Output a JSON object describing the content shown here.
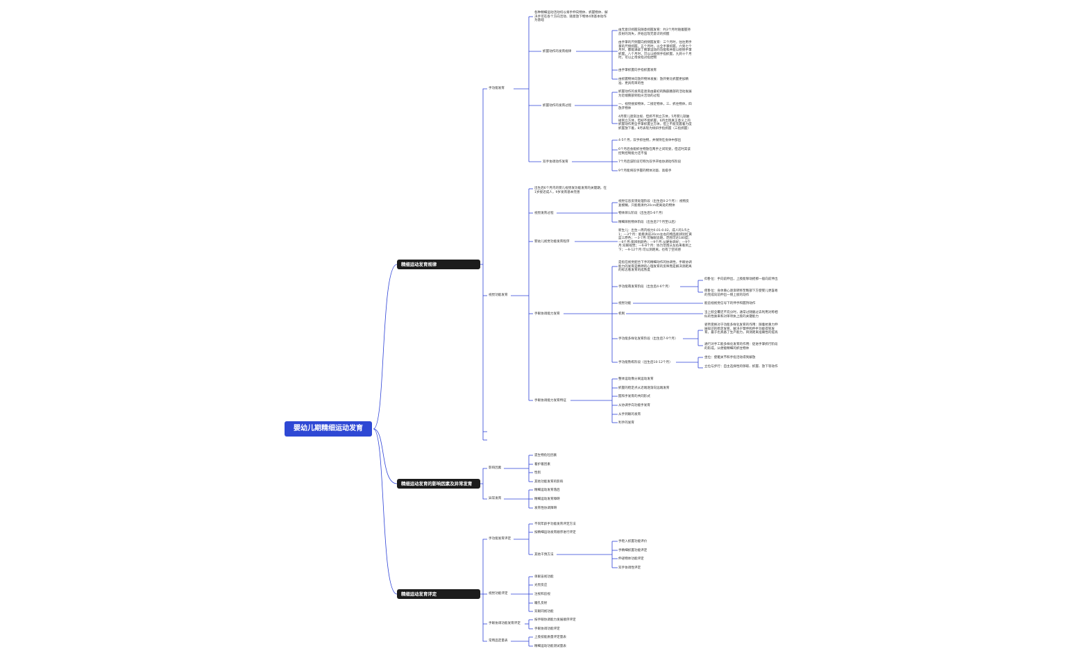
{
  "root": "婴幼儿期精细运动发育",
  "branches": {
    "b1": "精细运动发育规律",
    "b2": "精细运动发育的影响因素及异常发育",
    "b3": "精细运动发育评定"
  },
  "l2": {
    "shou": "手功能发育",
    "shijue": "视觉功能发育",
    "yingxiang": "影响因素",
    "yichang": "异常发育",
    "shoupd": "手功能发育评定",
    "shijuepd": "视觉功能评定",
    "xietiaopd": "手眼协调功能发育评定",
    "liangbiao": "常用品定量表"
  },
  "shou": {
    "intro": "各种精细运动活动均以将手伸向物体、抓握物体、解决手可在各个方向活动、随意放下物体4项基本动作为基础",
    "zhuawo": "抓握动作的发育规律",
    "zhuawo_items": [
      "由无意识抓握向随意抓握发育：约3个月时随着握持反射的消失，开始出现无意识的抓握",
      "由手掌的尺侧握向桡侧握发育：三个月时，往往用手掌的尺侧抓握。五个月时，以全手掌抓握。六到七个月时，都能满拿了腕掌运动的功能和并能以桡侧手掌抓握。八个月时，可以以桡侧手指抓握。九到十个月时，可以止母食指对指捏物",
      "由手掌抓握向手指抓握发育",
      "由抓握物体向放开物体发展：放开要比抓握更加精准、更具有目的性"
    ],
    "guocheng": "抓握动作的发育过程",
    "guocheng_items": [
      "抓握动作的发育是逐渐由最初的胸部腰部的活动发展为近端腕部到指尖活动的过程",
      "一、视觉搜索物体，二接近物体，三、抓住物体，四放开物体",
      "4月婴儿逐渐注视、但抓不到立方体，5月婴儿就触碰到立方体，但却不能抓握，6月出现真正意义上的抓握动作用全手掌抓握立方体，但上不能充握着力度抓握放下着，8月表现为倾斜手指抓握（三指抓握）"
    ],
    "shuangshou": "双手协调动作发育",
    "shuangshou_items": [
      "4-5个月，双手抓住物，并保持在身体中部出",
      "6个月后会能抓住物放在两手之间玩耍，但这时其该控制控制能力还不强",
      "7个月后该阶段可称为双手开始协调动作阶段",
      "9个月能将双手握的物体对敲、高级手"
    ]
  },
  "shijue": {
    "intro": "出生后6个月内的婴儿视觉发功能发育的关键期，在1岁接近成人，9岁发育基本完善",
    "guocheng": "视觉发育过程",
    "guocheng_items": [
      "视觉信息反馈处理阶段（出生后0-2个月）：视物反复模糊，只能看清约20cm距离处的物体",
      "物体辨认阶段（出生后5-6个月）",
      "精细辨别物体阶段（出生后7个月至以后）"
    ],
    "chengxu": "婴幼儿视觉功能发育程序",
    "chengxu_item": "新生儿：出生一周内视力0.01-0.02，成人的1/5之1；—3个月：能看清前20cm左右的物品能辨别红黄蓝三原色；—3-7月:可做眼追随，范围可达180度；—6个月:能辨别颜色；—9个月:从硬协调好；—9个月:双眼视觉；—6-8个月：协力范围从左右来看到上下；—9-12个月:可以测距离，也有了空间感",
    "xietiao": "手眼协调能力发育",
    "xietiao_intro": "是指在视觉配合下手的精细动作的协调性，手眼协调能力的发育是精神的心理发育的反映而是解决测距离的标志看发育的成熟度",
    "jieduan1": "手功能萌发育阶段（出生后4-6个月）",
    "jieduan1_items": [
      "仰卧位：手向前伸出，上肢能够动摇那一般向前伸出",
      "俯卧位：身体重心逐渐转移至臀部下方使婴儿更容易的完成向前伸出一侧上肢的动作"
    ],
    "shijuegn": "视觉功能",
    "shijuegn_item": "能追视视觉信号下的伸手和握持动作",
    "jizhi": "机制",
    "jizhi_item": "当上肢全覆还不充分时，通常过随腿过去利用对称相似的性质来和对单项执上肢的关键能力",
    "jieduan2": "手功能多样化发育阶段（出生后7-9个月）",
    "jieduan2_items": [
      "姿势变换对于功能多样化发育的作用：随着抗重力伸展知识的稳定发育，解决于臂伸和伸手功能得到发育，最于也具备了生产能力，目测距离准确性的提高",
      "通行对手工能多样化发育的作用：促进手掌抓行阶段的形成，从便能精细的抓住物体"
    ],
    "jieduan3": "手功能熟练阶段（出生后10-12个月）",
    "jieduan3_items": [
      "坐位：使躯关节和手指活动得到解放",
      "立位与步行：自主选择性的够取、抓握、放下等动作"
    ],
    "tedian": "手眼协调能力发育特征",
    "tedian_items": [
      "整体运动像分离运动发育",
      "抓握的稳定点从近端逐渐向远端发育",
      "握和手发育的共同形式",
      "从协调手向功能手发育",
      "从手到眼的发育",
      "利手的发育"
    ]
  },
  "yingxiang_items": [
    "遗生物危险因素",
    "着护着因素",
    "性别",
    "其他功能发育的影响"
  ],
  "yichang_items": [
    "精细运动发育落后",
    "精细运动发育障碍",
    "发育性协调障碍"
  ],
  "shoupd_items": [
    "不同年龄手功能发育评定方法",
    "按精细运动发育顺序进行评定",
    "其他干预方法"
  ],
  "qita_items": [
    "手稳入抓握功能评价",
    "手精细抓握功能评定",
    "伸递物体功能评定",
    "双手协调性评定"
  ],
  "shijuepd_items": [
    "单眼盲视功能",
    "光觉反应",
    "注视和追视",
    "瞳孔反射",
    "双眼同视功能"
  ],
  "xietiaopd_items": [
    "按手眼协调能力发展顺序评定",
    "手眼协调功能评定"
  ],
  "liangbiao_items": [
    "上肢技能质量评定量表",
    "精细运动功能测试量表"
  ],
  "colors": {
    "root": "#2e48d4",
    "branch": "#1c1c1c",
    "line": "#2a3fd6"
  }
}
